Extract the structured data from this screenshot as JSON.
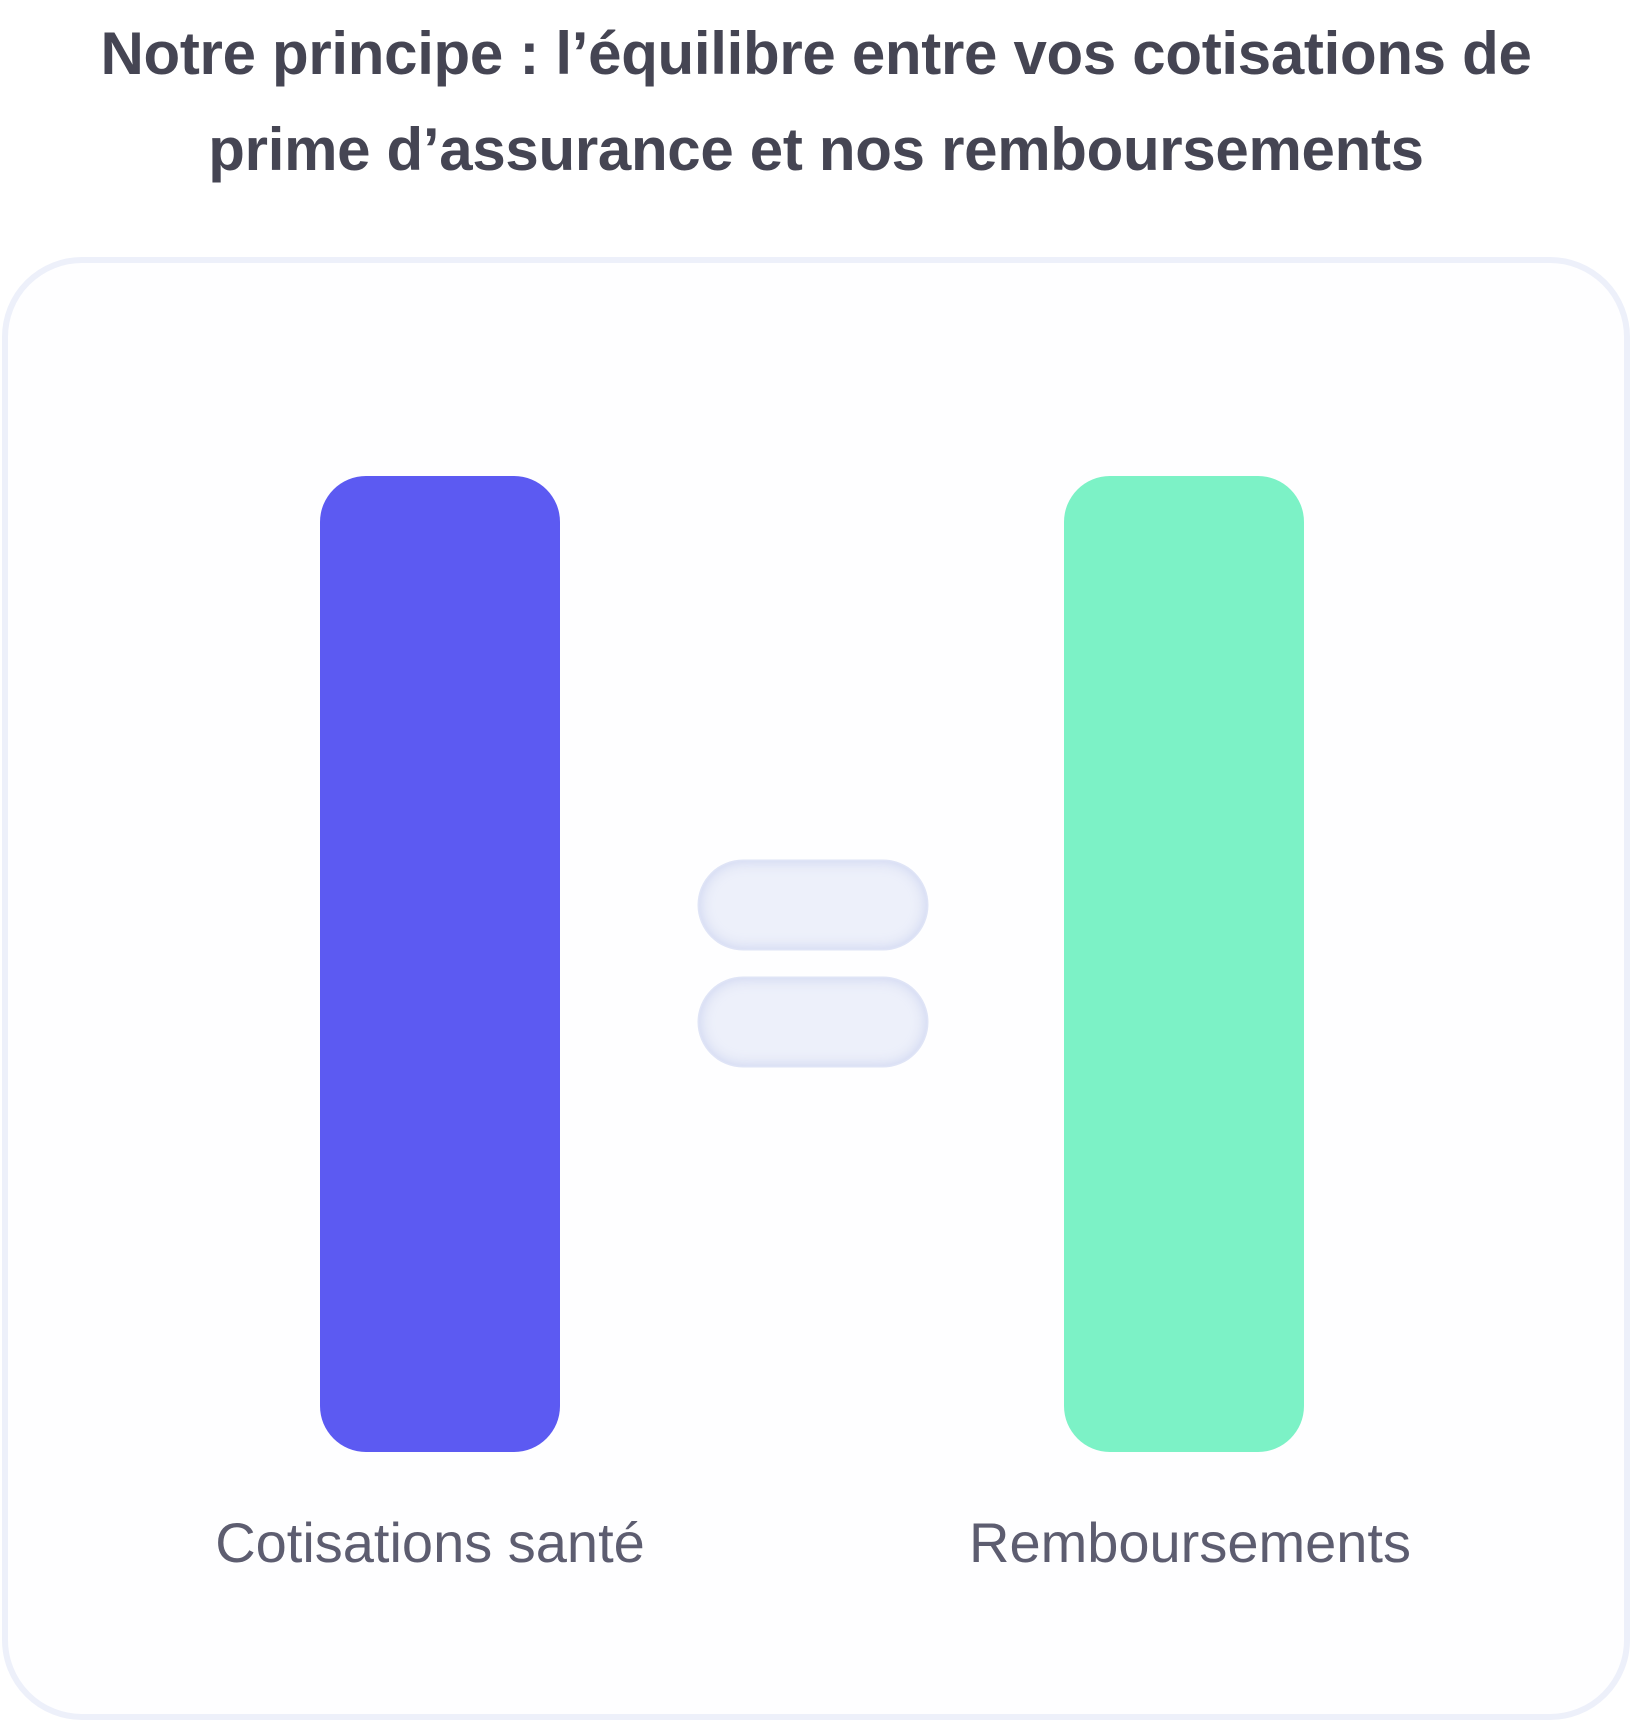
{
  "title": {
    "line1": "Notre principe : l’équilibre entre vos cotisations de",
    "line2": "prime d’assurance et nos remboursements"
  },
  "diagram": {
    "left": {
      "label": "Cotisations santé",
      "color": "#5c5af2"
    },
    "right": {
      "label": "Remboursements",
      "color": "#7cf2c6"
    },
    "operator": "equals-icon"
  },
  "colors": {
    "title_text": "#454553",
    "label_text": "#5d5d70",
    "card_border": "#edf0fa",
    "equals_fill": "#edf0fa"
  }
}
